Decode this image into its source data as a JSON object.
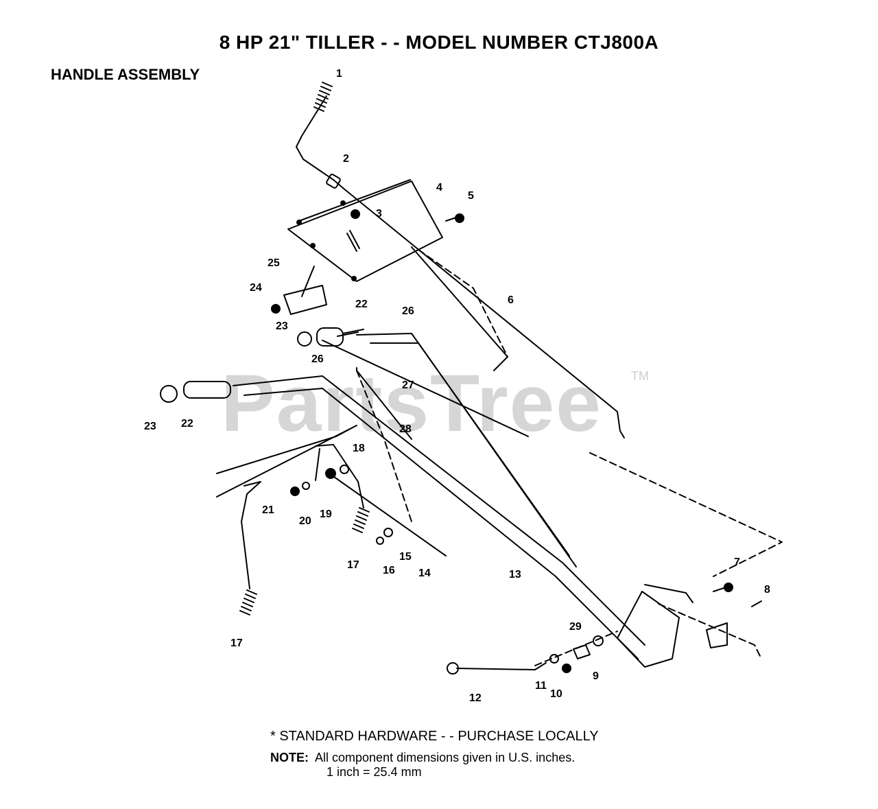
{
  "header": {
    "title": "8 HP 21\" TILLER - - MODEL NUMBER CTJ800A",
    "subtitle": "HANDLE ASSEMBLY"
  },
  "watermark": {
    "text": "PartsTree",
    "mark": "TM"
  },
  "callouts": [
    "1",
    "2",
    "3",
    "4",
    "5",
    "6",
    "7",
    "8",
    "9",
    "10",
    "11",
    "12",
    "13",
    "14",
    "15",
    "16",
    "17",
    "17",
    "18",
    "19",
    "20",
    "21",
    "22",
    "22",
    "23",
    "23",
    "24",
    "25",
    "26",
    "26",
    "27",
    "28",
    "29"
  ],
  "notes": {
    "standard_hardware": "*  STANDARD HARDWARE - - PURCHASE LOCALLY",
    "note_label": "NOTE:",
    "note_text": "All component dimensions given in U.S. inches.",
    "conversion": "1 inch = 25.4 mm"
  }
}
